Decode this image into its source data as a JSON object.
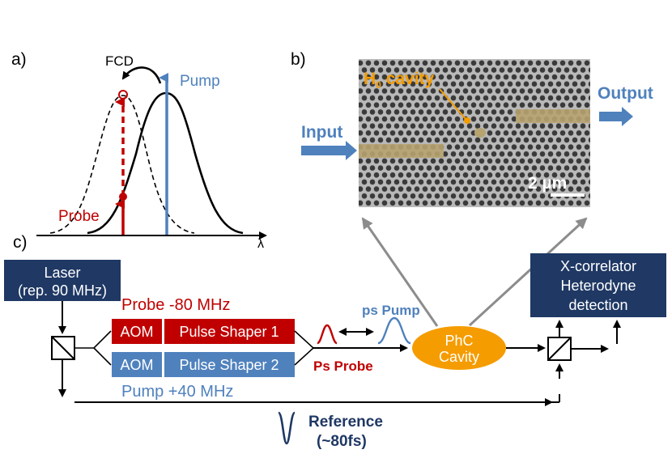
{
  "panel_labels": {
    "a": "a)",
    "b": "b)",
    "c": "c)"
  },
  "spectrum": {
    "fcd": "FCD",
    "pump": "Pump",
    "probe": "Probe",
    "lambda": "λ"
  },
  "sem": {
    "cavity_label_main": "H",
    "cavity_label_sub": "0",
    "cavity_label_rest": " cavity",
    "input": "Input",
    "output": "Output",
    "scale_bar": "2 µm"
  },
  "setup": {
    "laser_line1": "Laser",
    "laser_line2": "(rep. 90 MHz)",
    "probe_freq": "Probe -80 MHz",
    "pump_freq": "Pump +40 MHz",
    "aom_1": "AOM",
    "aom_2": "AOM",
    "shaper_1": "Pulse Shaper  1",
    "shaper_2": "Pulse Shaper  2",
    "ps_pump": "ps Pump",
    "ps_probe": "Ps Probe",
    "phc_line1": "PhC",
    "phc_line2": "Cavity",
    "xcorr_line1": "X-correlator",
    "xcorr_line2": "Heterodyne",
    "xcorr_line3": "detection",
    "reference_line1": "Reference",
    "reference_line2": "(~80fs)"
  },
  "colors": {
    "dark_blue": "#1f3864",
    "mid_blue": "#4f81bd",
    "red": "#c00000",
    "orange": "#f59c00",
    "gray_arrow": "#8c8c8c"
  }
}
